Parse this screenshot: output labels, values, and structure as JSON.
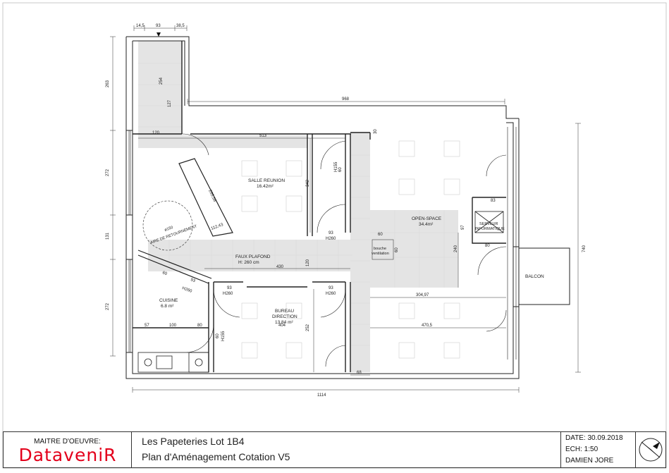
{
  "plan": {
    "rooms": {
      "salle_reunion": "SALLE REUNION",
      "salle_reunion_area": "16.42m²",
      "open_space": "OPEN-SPACE",
      "open_space_area": "34.4m²",
      "faux_plafond": "FAUX PLAFOND",
      "faux_plafond_height": "H: 260 cm",
      "cuisine": "CUISINE",
      "cuisine_area": "6.8 m²",
      "bureau_direction_1": "BUREAU",
      "bureau_direction_2": "DIRECTION",
      "bureau_direction_area": "13.84 m²",
      "balcon": "BALCON",
      "serveur_1": "SERVEUR",
      "serveur_2": "INFORMATIQUE",
      "bouche_1": "bouche",
      "bouche_2": "ventilation",
      "aire_retournement": "AIRE DE RETOURNEMENT",
      "diam_150": "ø150"
    },
    "dimensions": {
      "top_a": "14,5",
      "top_b": "93",
      "top_c": "38,5",
      "left_263": "263",
      "left_272a": "272",
      "left_131": "131",
      "left_272b": "272",
      "right_740": "740",
      "total_968": "968",
      "total_1114": "1114",
      "d_513": "513",
      "d_120": "120",
      "d_254": "254",
      "d_127": "127",
      "d_342": "342",
      "d_430": "430",
      "d_120b": "120",
      "d_60a": "60",
      "d_60b": "60",
      "d_93a": "93",
      "d_93b": "93",
      "d_93c": "93",
      "d_93d": "93",
      "d_93e": "93",
      "d_h260a": "H260",
      "d_h260b": "H260",
      "d_h260c": "H260",
      "d_h260d": "H260",
      "d_h155": "H155",
      "d_h155b": "H155",
      "d_97": "97",
      "d_240": "240",
      "d_304": "304,97",
      "d_470": "470,5",
      "d_252": "252",
      "d_404": "404",
      "d_57": "57",
      "d_100": "100",
      "d_80": "80",
      "d_83": "83",
      "d_30": "30",
      "d_60c": "60",
      "d_60d": "60",
      "d_68": "68",
      "d_80b": "80",
      "d_255": "255,58",
      "d_112": "112,43",
      "d_60e": "60"
    }
  },
  "titleblock": {
    "owner_label": "MAITRE D'OEUVRE:",
    "logo": "DataveniR",
    "project_line1": "Les Papeteries Lot 1B4",
    "project_line2": "Plan d'Aménagement Cotation V5",
    "date": "DATE: 30.09.2018",
    "scale": "ECH: 1:50",
    "author": "DAMIEN JORE"
  },
  "colors": {
    "logo": "#e3001b",
    "wall": "#222222",
    "hatch": "#e3e3e3"
  }
}
